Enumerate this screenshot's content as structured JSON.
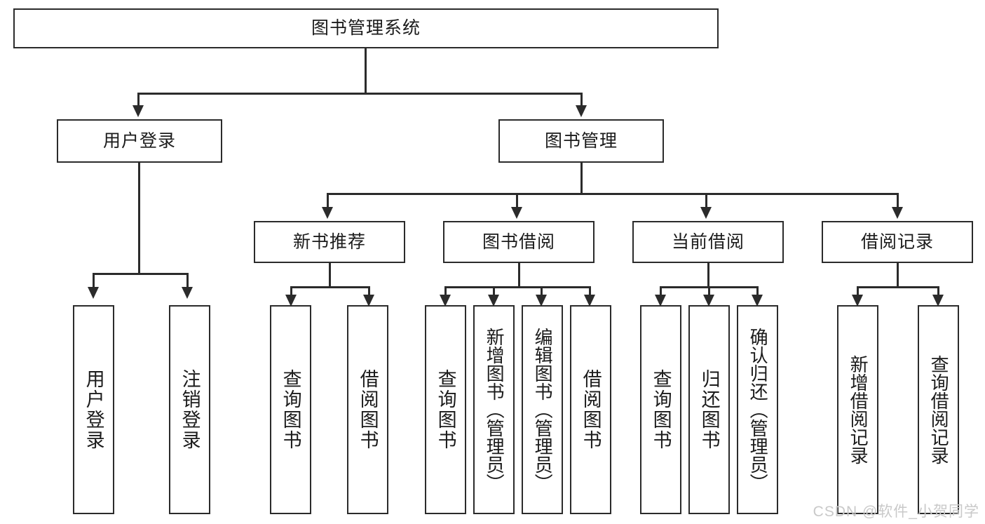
{
  "diagram": {
    "title": "图书管理系统",
    "type": "hierarchy-tree",
    "root": {
      "label": "图书管理系统"
    },
    "level2": [
      {
        "label": "用户登录"
      },
      {
        "label": "图书管理"
      }
    ],
    "level3": [
      {
        "label": "新书推荐"
      },
      {
        "label": "图书借阅"
      },
      {
        "label": "当前借阅"
      },
      {
        "label": "借阅记录"
      }
    ],
    "leaves": {
      "user_login": [
        {
          "label": "用户登录"
        },
        {
          "label": "注销登录"
        }
      ],
      "new_book_recommend": [
        {
          "label": "查询图书"
        },
        {
          "label": "借阅图书"
        }
      ],
      "book_borrow": [
        {
          "label": "查询图书"
        },
        {
          "label": "新增图书（管理员）"
        },
        {
          "label": "编辑图书（管理员）"
        },
        {
          "label": "借阅图书"
        }
      ],
      "current_borrow": [
        {
          "label": "查询图书"
        },
        {
          "label": "归还图书"
        },
        {
          "label": "确认归还（管理员）"
        }
      ],
      "borrow_record": [
        {
          "label": "新增借阅记录"
        },
        {
          "label": "查询借阅记录"
        }
      ]
    }
  },
  "watermark": {
    "text": "CSDN @软件_小贺同学"
  },
  "colors": {
    "stroke": "#2b2b2b",
    "text": "#1b1b1b",
    "background": "#ffffff",
    "watermark": "#c9c9c9"
  }
}
